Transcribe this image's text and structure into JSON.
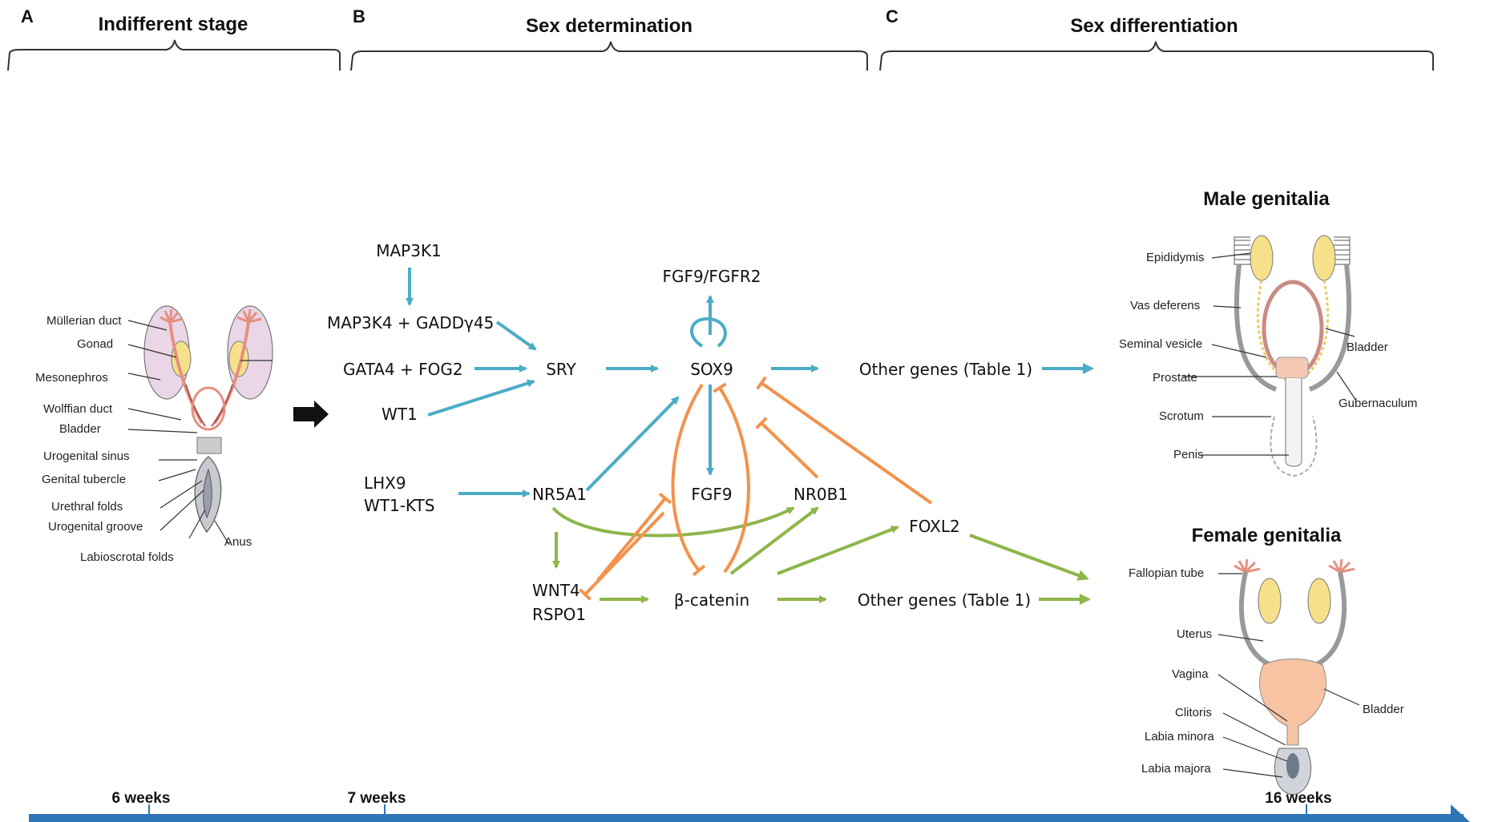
{
  "panels": [
    {
      "letter": "A",
      "title": "Indifferent stage"
    },
    {
      "letter": "B",
      "title": "Sex determination"
    },
    {
      "letter": "C",
      "title": "Sex differentiation"
    }
  ],
  "genes": {
    "map3k1": "MAP3K1",
    "map3k4": "MAP3K4 + GADDγ45",
    "gata4": "GATA4 + FOG2",
    "wt1": "WT1",
    "sry": "SRY",
    "fgf9fgfr2": "FGF9/FGFR2",
    "sox9": "SOX9",
    "other_male": "Other genes (Table 1)",
    "lhx9": "LHX9",
    "wt1kts": "WT1-KTS",
    "nr5a1": "NR5A1",
    "fgf9": "FGF9",
    "nr0b1": "NR0B1",
    "foxl2": "FOXL2",
    "wnt4": "WNT4",
    "rspo1": "RSPO1",
    "bcatenin": "β-catenin",
    "other_female": "Other genes (Table 1)"
  },
  "indifferent_labels": {
    "mullerian": "Müllerian duct",
    "gonad": "Gonad",
    "mesonephros": "Mesonephros",
    "wolffian": "Wolffian duct",
    "bladder": "Bladder",
    "urogenital_sinus": "Urogenital sinus",
    "genital_tubercle": "Genital tubercle",
    "urethral_folds": "Urethral folds",
    "urogenital_groove": "Urogenital groove",
    "labioscrotal": "Labioscrotal folds",
    "anus": "Anus"
  },
  "male": {
    "title": "Male genitalia",
    "epididymis": "Epididymis",
    "vas_deferens": "Vas deferens",
    "seminal_vesicle": "Seminal vesicle",
    "prostate": "Prostate",
    "scrotum": "Scrotum",
    "penis": "Penis",
    "bladder": "Bladder",
    "gubernaculum": "Gubernaculum"
  },
  "female": {
    "title": "Female genitalia",
    "fallopian": "Fallopian tube",
    "uterus": "Uterus",
    "vagina": "Vagina",
    "clitoris": "Clitoris",
    "labia_minora": "Labia minora",
    "labia_majora": "Labia majora",
    "bladder": "Bladder"
  },
  "timeline": {
    "w6": "6 weeks",
    "w7": "7 weeks",
    "w16": "16 weeks"
  },
  "colors": {
    "male_pathway": "#4bacc6",
    "female_pathway": "#8db64b",
    "inhibition": "#f2924c",
    "timeline_bar": "#2e75b6"
  }
}
